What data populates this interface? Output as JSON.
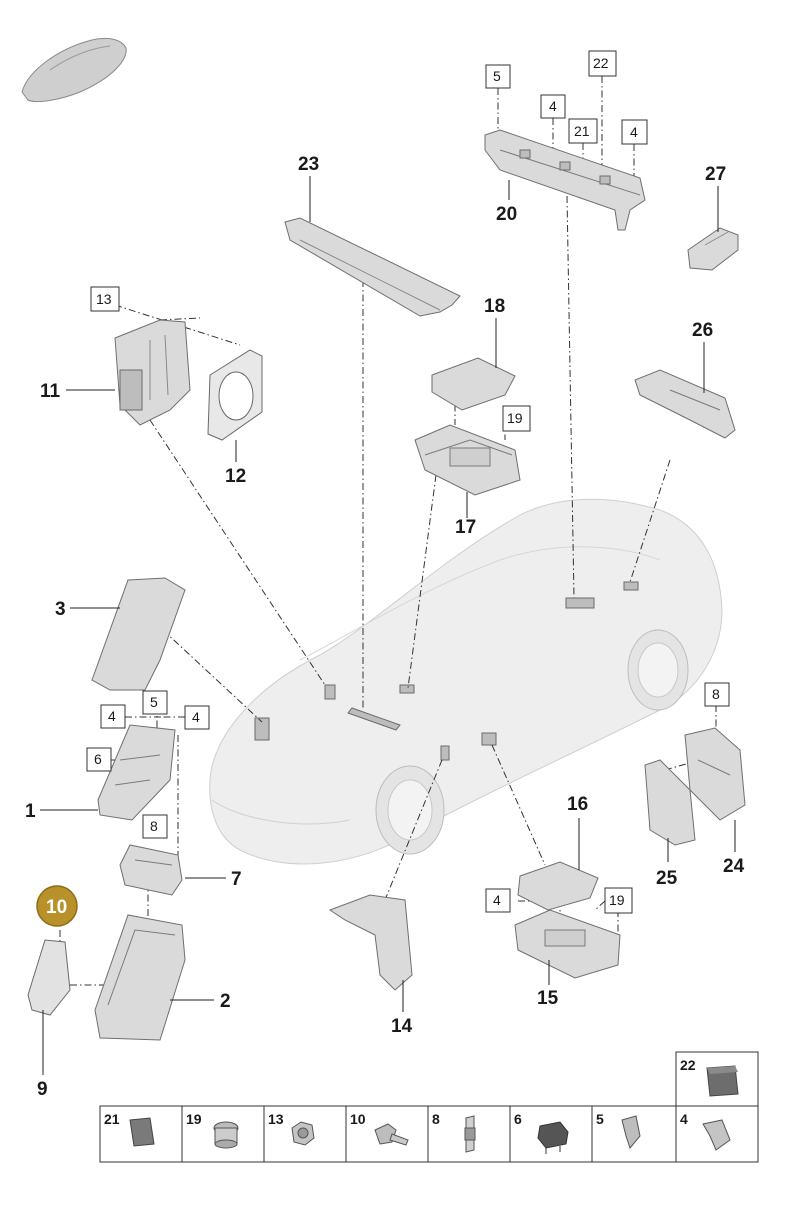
{
  "callouts": {
    "c1": "1",
    "c2": "2",
    "c3": "3",
    "c7": "7",
    "c9": "9",
    "c10": "10",
    "c11": "11",
    "c12": "12",
    "c14": "14",
    "c15": "15",
    "c16": "16",
    "c17": "17",
    "c18": "18",
    "c20": "20",
    "c23": "23",
    "c24": "24",
    "c25": "25",
    "c26": "26",
    "c27": "27"
  },
  "boxed": {
    "b5_top": "5",
    "b4_top_a": "4",
    "b22_top": "22",
    "b21_top": "21",
    "b4_top_b": "4",
    "b13": "13",
    "b19_upper": "19",
    "b8_right": "8",
    "b4_left_a": "4",
    "b5_left": "5",
    "b4_left_b": "4",
    "b6_left": "6",
    "b8_left": "8",
    "b4_lower": "4",
    "b19_lower": "19"
  },
  "legend": {
    "cells": [
      {
        "num": "21",
        "icon": "relay-block-icon"
      },
      {
        "num": "19",
        "icon": "spacer-sleeve-icon"
      },
      {
        "num": "13",
        "icon": "hex-nut-icon"
      },
      {
        "num": "10",
        "icon": "bolt-icon"
      },
      {
        "num": "8",
        "icon": "fuse-strip-icon"
      },
      {
        "num": "6",
        "icon": "relay-icon"
      },
      {
        "num": "5",
        "icon": "flat-fuse-icon"
      },
      {
        "num": "4",
        "icon": "mini-fuse-icon"
      }
    ],
    "top_cell": {
      "num": "22",
      "icon": "large-relay-icon"
    }
  },
  "colors": {
    "highlight_badge": "#b8912a",
    "part_fill": "#dadada",
    "car_fill": "#eeeeee"
  }
}
